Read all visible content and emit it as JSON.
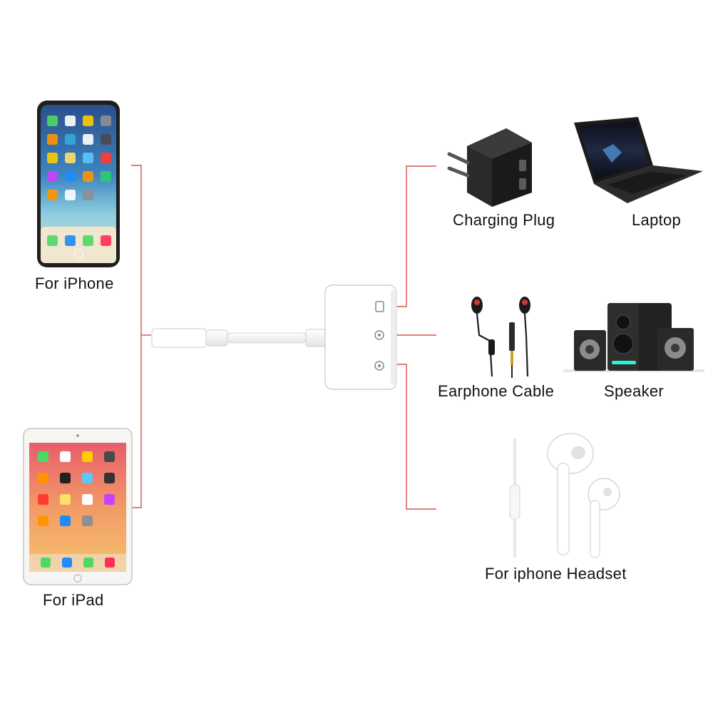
{
  "labels": {
    "iphone": "For iPhone",
    "ipad": "For iPad",
    "charging_plug": "Charging Plug",
    "laptop": "Laptop",
    "earphone_cable": "Earphone Cable",
    "speaker": "Speaker",
    "headset": "For iphone Headset"
  },
  "colors": {
    "connector_line": "#d9534f",
    "device_dark": "#1e1e1e",
    "adapter_white": "#ffffff"
  },
  "icons": [
    "iphone-icon",
    "ipad-icon",
    "lightning-cable-icon",
    "adapter-icon",
    "charging-plug-icon",
    "laptop-icon",
    "earphones-icon",
    "speaker-icon",
    "headset-icon"
  ]
}
